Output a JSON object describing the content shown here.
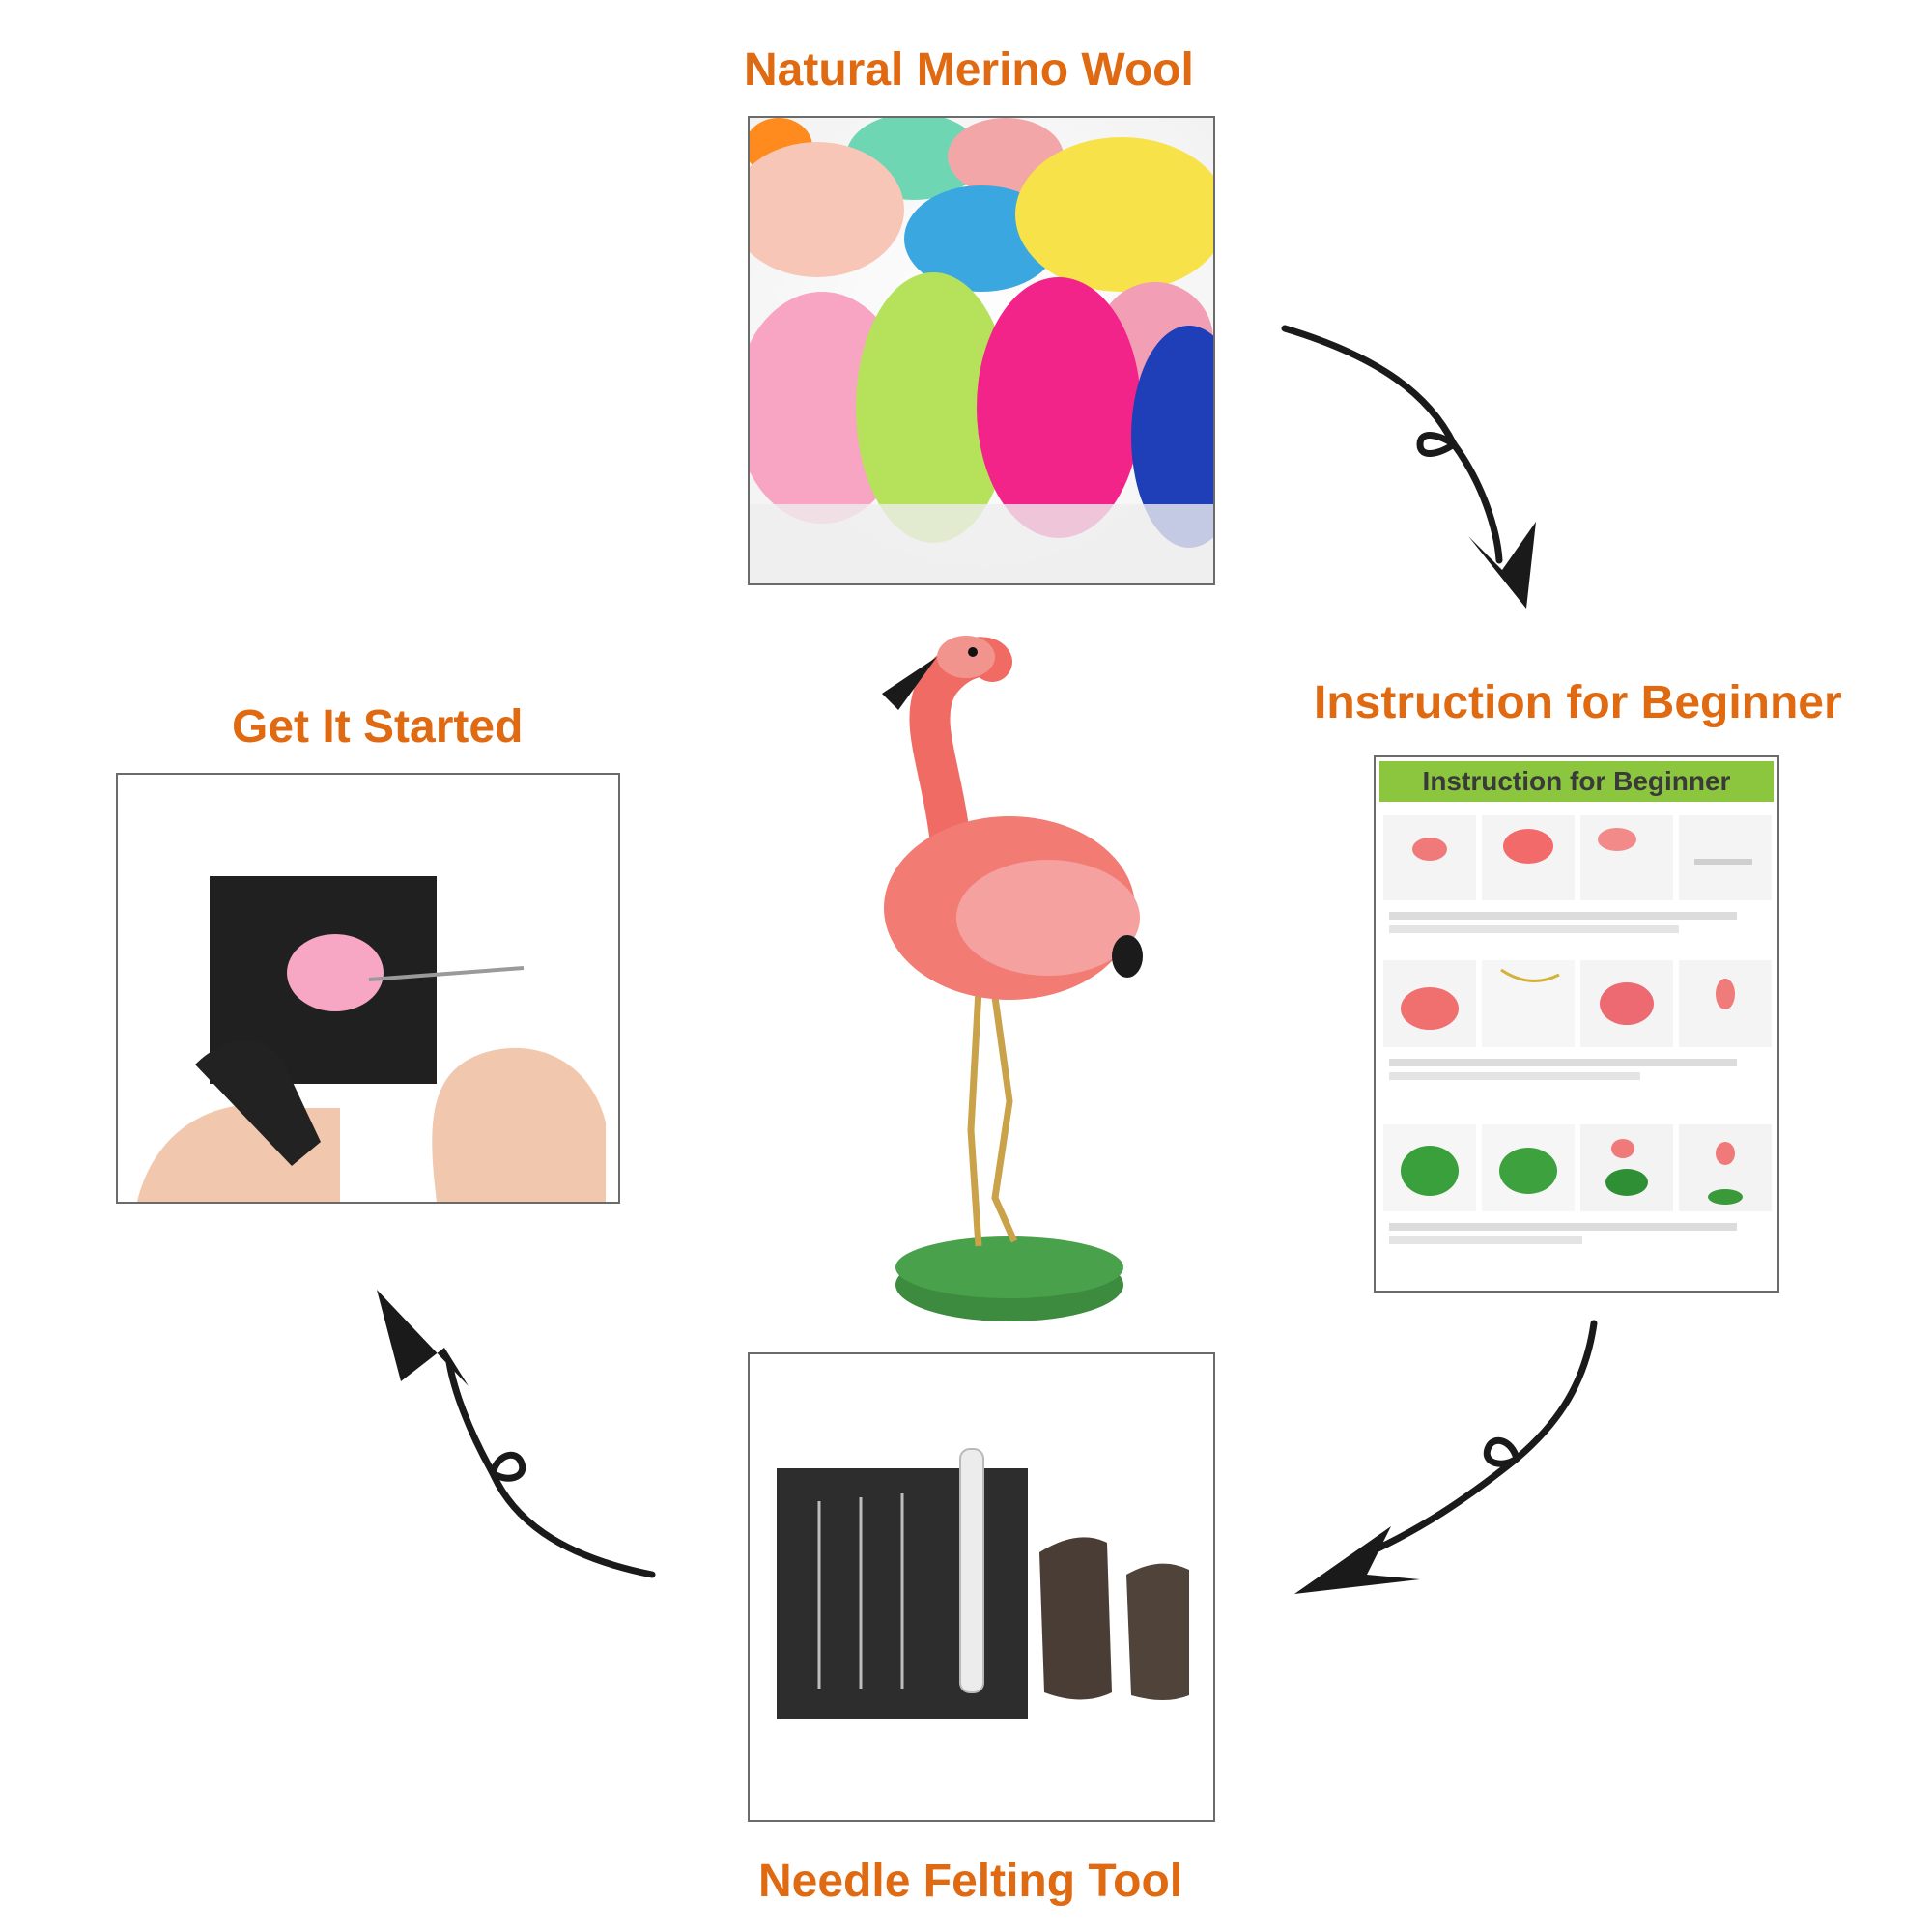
{
  "steps": {
    "wool": {
      "label": "Natural Merino Wool",
      "image": "merino-wool-rolls"
    },
    "instruction": {
      "label": "Instruction for Beginner",
      "header": "Instruction for Beginner",
      "image": "instruction-manual"
    },
    "tools": {
      "label": "Needle Felting Tool",
      "image": "felting-tool-kit"
    },
    "start": {
      "label": "Get It Started",
      "image": "hands-felting-wool"
    }
  },
  "center": {
    "image": "felted-flamingo-figure"
  },
  "colors": {
    "label": "#e06a12",
    "frame": "#6b6b6b",
    "arrow": "#1a1a1a",
    "manual_header": "#8cc63f"
  },
  "icons": [
    "curved-arrow-icon"
  ]
}
